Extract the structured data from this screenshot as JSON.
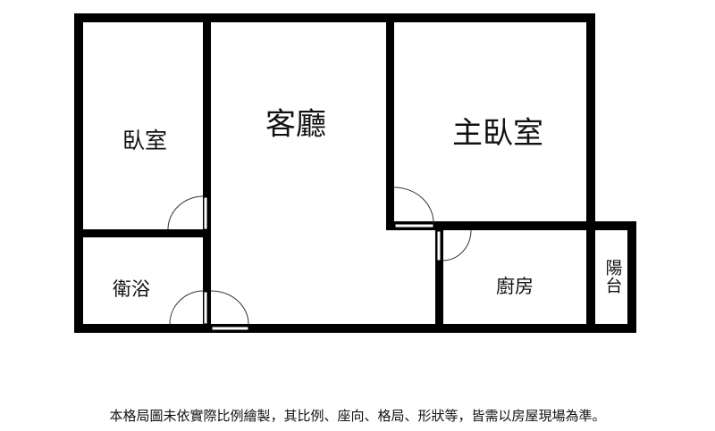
{
  "rooms": {
    "bedroom": "臥室",
    "living_room": "客廳",
    "master_bedroom": "主臥室",
    "bathroom": "衛浴",
    "kitchen": "廚房",
    "balcony": "陽台"
  },
  "disclaimer": "本格局圖未依實際比例繪製，其比例、座向、格局、形狀等，皆需以房屋現場為準。",
  "colors": {
    "wall": "#000000",
    "background": "#ffffff"
  }
}
